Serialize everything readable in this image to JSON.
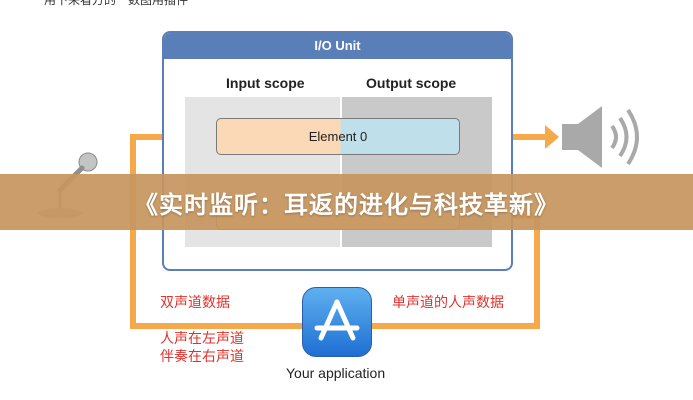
{
  "top_caption": "用下来看方的一数图用插件",
  "io_unit": {
    "title": "I/O Unit",
    "input_scope_label": "Input scope",
    "output_scope_label": "Output scope",
    "element_label": "Element 0"
  },
  "banner": {
    "title": "《实时监听：耳返的进化与科技革新》"
  },
  "annotations": {
    "stereo": "双声道数据",
    "left_channel_line1": "人声在左声道",
    "left_channel_line2": "伴奏在右声道",
    "mono": "单声道的人声数据"
  },
  "app": {
    "label": "Your application"
  },
  "icons": [
    "microphone-icon",
    "speaker-icon",
    "app-store-icon"
  ],
  "colors": {
    "io_blue": "#5a7fb8",
    "arrow_orange": "#f5a94a",
    "annotation_red": "#e0322c",
    "banner": "#c6965f"
  }
}
